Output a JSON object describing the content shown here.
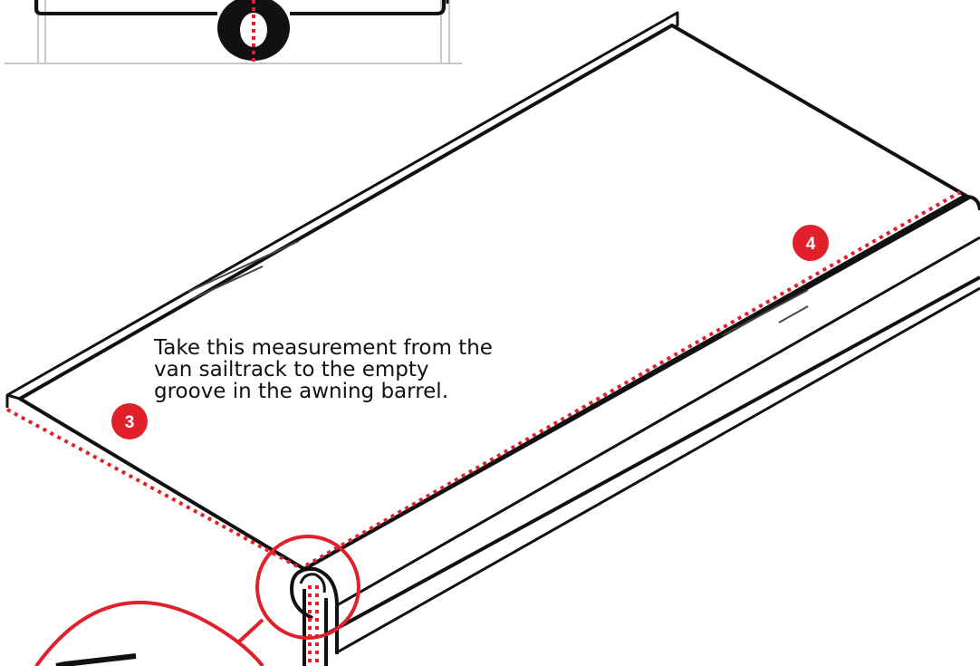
{
  "instruction": {
    "lines": [
      "Take this measurement from the",
      "van sailtrack to the empty",
      "groove in the awning barrel."
    ]
  },
  "markers": [
    {
      "label": "3"
    },
    {
      "label": "4"
    }
  ],
  "colors": {
    "accent": "#e2202b",
    "line": "#111111",
    "light_line": "#c8c8c8",
    "background": "#ffffff"
  }
}
